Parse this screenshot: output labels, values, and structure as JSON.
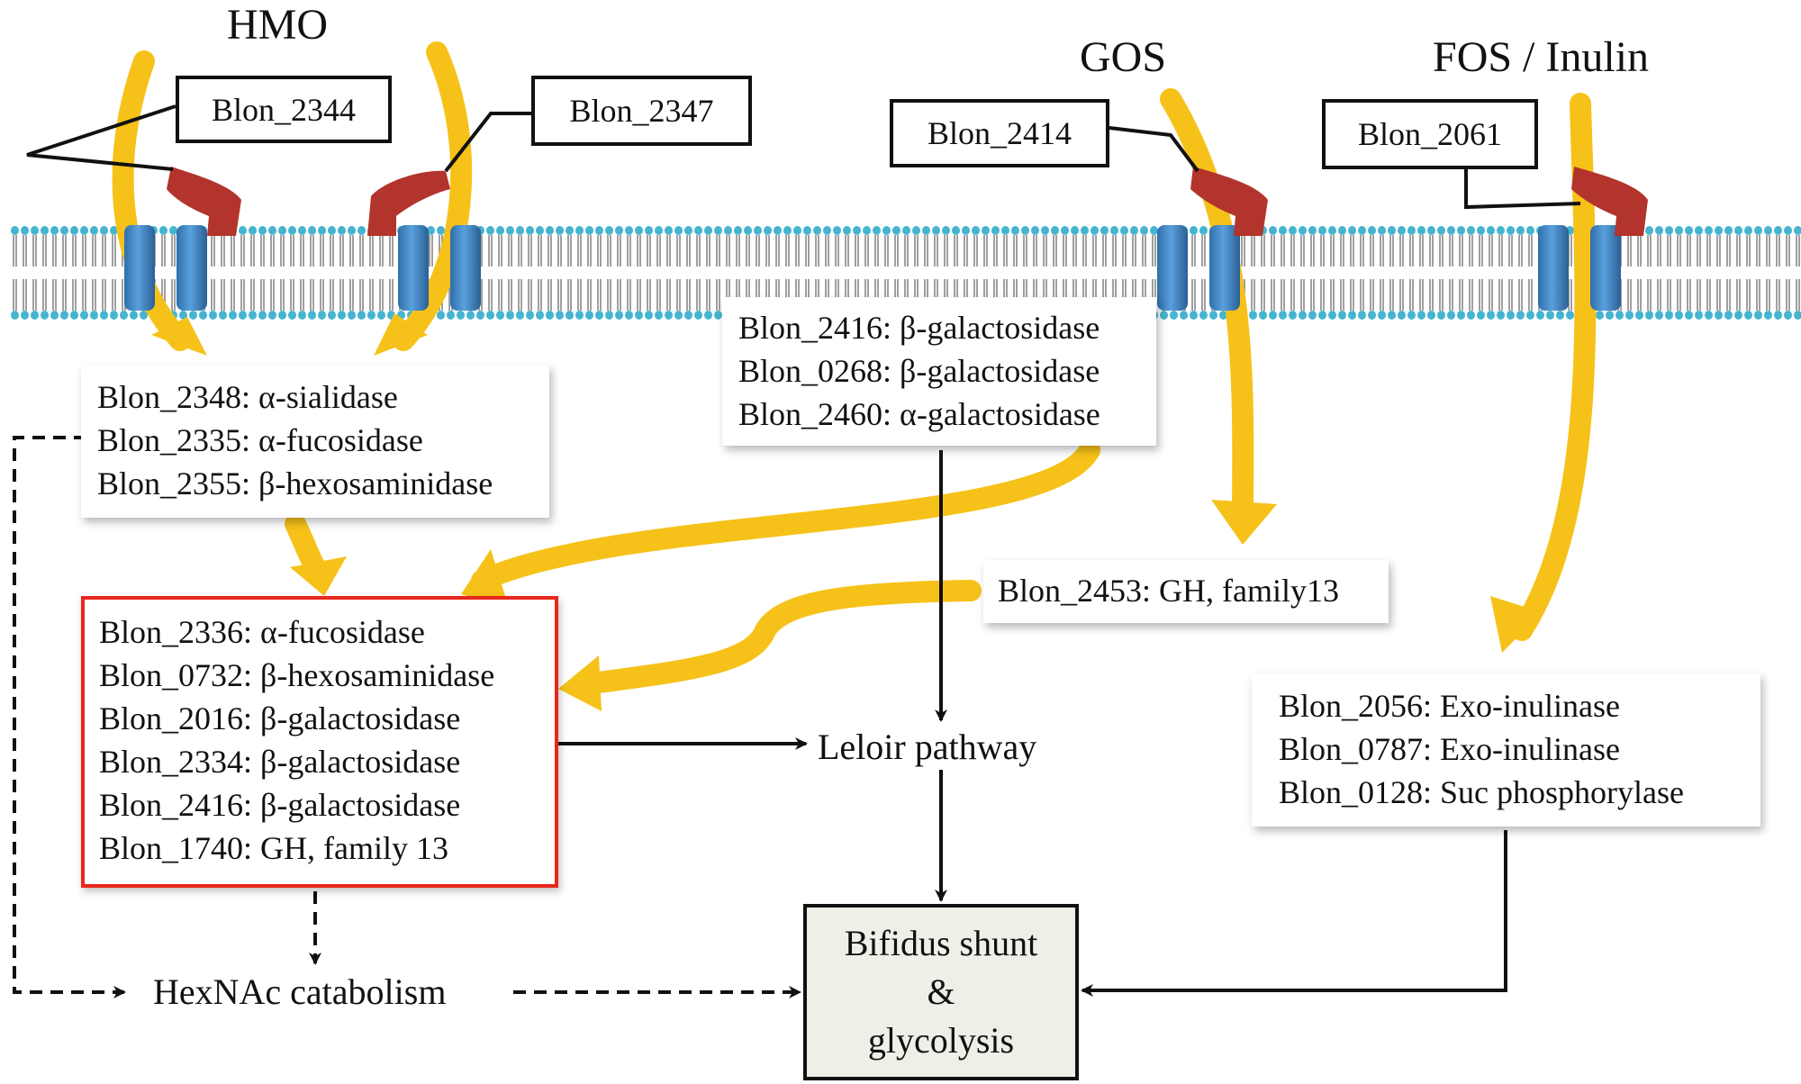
{
  "sources": {
    "hmo": "HMO",
    "gos": "GOS",
    "fos_inulin": "FOS / Inulin"
  },
  "transporter_labels": {
    "blon_2344": "Blon_2344",
    "blon_2347": "Blon_2347",
    "blon_2414": "Blon_2414",
    "blon_2061": "Blon_2061"
  },
  "hmo_box": [
    "Blon_2348: α-sialidase",
    "Blon_2335: α-fucosidase",
    "Blon_2355: β-hexosaminidase"
  ],
  "gos_box": [
    "Blon_2416: β-galactosidase",
    "Blon_0268: β-galactosidase",
    "Blon_2460: α-galactosidase"
  ],
  "gh13_box": "Blon_2453: GH, family13",
  "red_box": [
    "Blon_2336: α-fucosidase",
    "Blon_0732: β-hexosaminidase",
    "Blon_2016: β-galactosidase",
    "Blon_2334: β-galactosidase",
    "Blon_2416: β-galactosidase",
    "Blon_1740: GH, family 13"
  ],
  "fos_box": [
    "Blon_2056: Exo-inulinase",
    "Blon_0787: Exo-inulinase",
    "Blon_0128: Suc phosphorylase"
  ],
  "leloir": "Leloir pathway",
  "hexnac": "HexNAc catabolism",
  "shunt": [
    "Bifidus shunt",
    "&",
    "glycolysis"
  ],
  "colors": {
    "flow_arrow": "#f6c21a",
    "transporter": "#3f86c8",
    "binding_protein": "#b3342c",
    "membrane_head": "#46b4d0",
    "highlight_border": "#e8271c",
    "shunt_fill": "#efefe8"
  }
}
